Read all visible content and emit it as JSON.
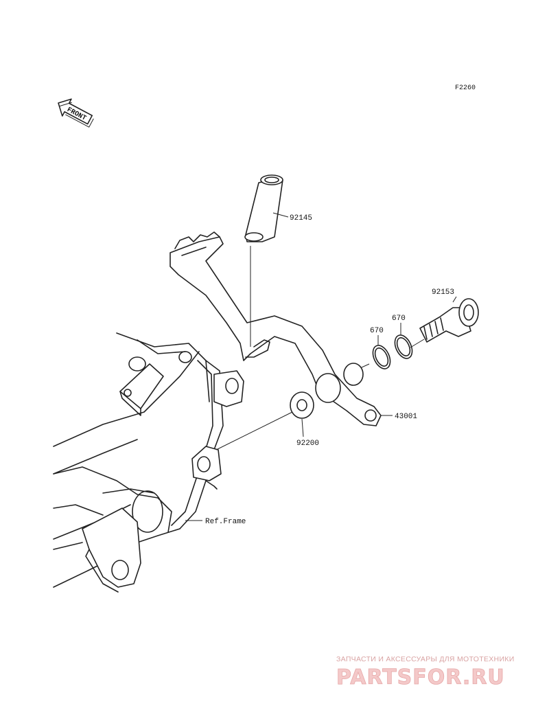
{
  "diagram": {
    "code": "F2260",
    "front_label": "FRONT",
    "callouts": {
      "pedal_spring": "92145",
      "bolt": "92153",
      "oring_upper": "670",
      "oring_lower": "670",
      "pedal": "43001",
      "washer": "92200",
      "frame_ref": "Ref.Frame"
    }
  },
  "watermark": {
    "tagline": "ЗАПЧАСТИ И АКСЕССУАРЫ ДЛЯ МОТОТЕХНИКИ",
    "logo": "PARTSFOR.RU",
    "color": "#e9a3a3"
  }
}
